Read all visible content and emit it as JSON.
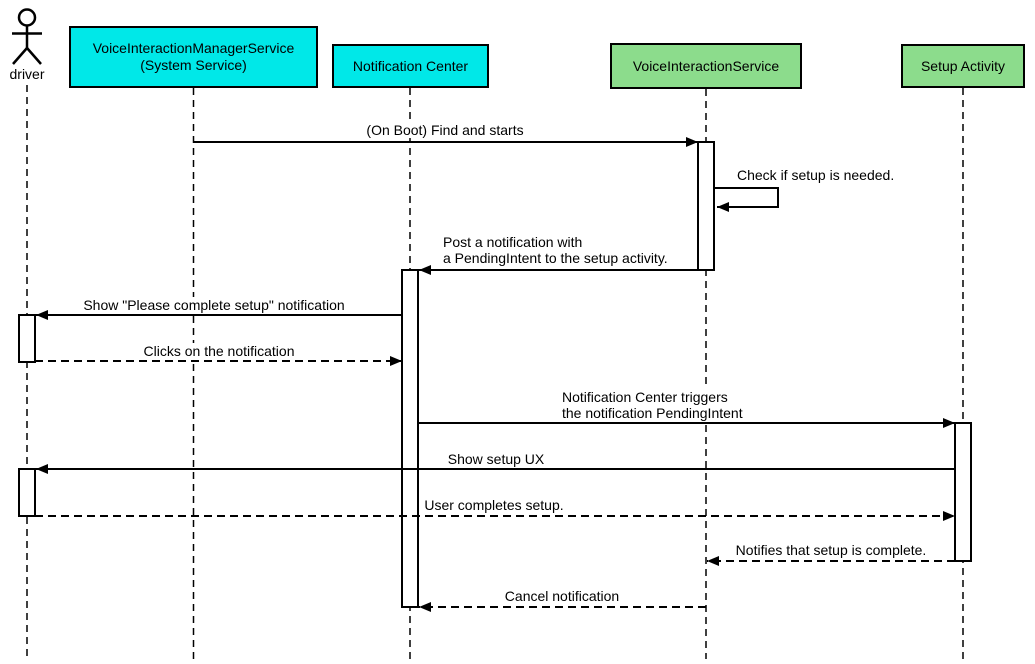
{
  "diagram": {
    "kind": "uml-sequence-diagram",
    "actor": {
      "label": "driver"
    },
    "participants": [
      {
        "id": "voice-interaction-manager-service",
        "label": "VoiceInteractionManagerService\n(System Service)",
        "fill": "#00E8E8"
      },
      {
        "id": "notification-center",
        "label": "Notification Center",
        "fill": "#00E8E8"
      },
      {
        "id": "voice-interaction-service",
        "label": "VoiceInteractionService",
        "fill": "#8CDC8C"
      },
      {
        "id": "setup-activity",
        "label": "Setup Activity",
        "fill": "#8CDC8C"
      }
    ],
    "messages": [
      {
        "n": 1,
        "label": "(On Boot) Find and starts",
        "from": "VoiceInteractionManagerService (System Service)",
        "to": "VoiceInteractionService",
        "line": "solid"
      },
      {
        "n": 2,
        "label": "Check if setup is needed.",
        "from": "VoiceInteractionService",
        "to": "VoiceInteractionService",
        "line": "solid"
      },
      {
        "n": 3,
        "label": "Post a notification with\na PendingIntent to the setup activity.",
        "from": "VoiceInteractionService",
        "to": "Notification Center",
        "line": "solid"
      },
      {
        "n": 4,
        "label": "Show \"Please complete setup\" notification",
        "from": "Notification Center",
        "to": "driver",
        "line": "solid"
      },
      {
        "n": 5,
        "label": "Clicks on the notification",
        "from": "driver",
        "to": "Notification Center",
        "line": "dashed"
      },
      {
        "n": 6,
        "label": "Notification Center triggers\nthe notification PendingIntent",
        "from": "Notification Center",
        "to": "Setup Activity",
        "line": "solid"
      },
      {
        "n": 7,
        "label": "Show setup UX",
        "from": "Setup Activity",
        "to": "driver",
        "line": "solid"
      },
      {
        "n": 8,
        "label": "User completes setup.",
        "from": "driver",
        "to": "Setup Activity",
        "line": "dashed"
      },
      {
        "n": 9,
        "label": "Notifies that setup is complete.",
        "from": "Setup Activity",
        "to": "VoiceInteractionService",
        "line": "dashed"
      },
      {
        "n": 10,
        "label": "Cancel notification",
        "from": "VoiceInteractionService",
        "to": "Notification Center",
        "line": "dashed"
      }
    ],
    "colors": {
      "participant_cyan": "#00E8E8",
      "participant_green": "#8CDC8C",
      "line": "#000000",
      "background": "#FFFFFF"
    }
  }
}
